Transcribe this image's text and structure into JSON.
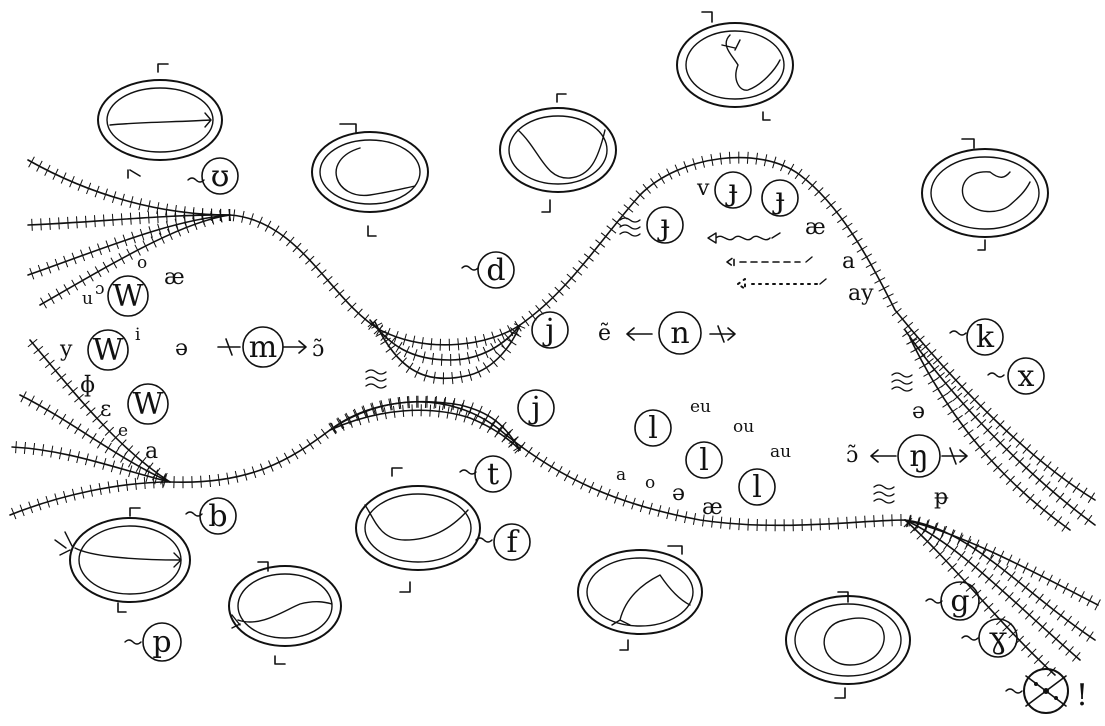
{
  "stamp": "!",
  "nodes": [
    {
      "id": "n-vs",
      "letter": "ʊ"
    },
    {
      "id": "n-d",
      "letter": "d"
    },
    {
      "id": "n-j1",
      "letter": "j"
    },
    {
      "id": "n-j2",
      "letter": "j"
    },
    {
      "id": "n-m",
      "letter": "m"
    },
    {
      "id": "n-n",
      "letter": "n"
    },
    {
      "id": "n-k",
      "letter": "k"
    },
    {
      "id": "n-x",
      "letter": "x"
    },
    {
      "id": "n-eng",
      "letter": "ŋ"
    },
    {
      "id": "n-t",
      "letter": "t"
    },
    {
      "id": "n-b",
      "letter": "b"
    },
    {
      "id": "n-f",
      "letter": "f"
    },
    {
      "id": "n-p",
      "letter": "p"
    },
    {
      "id": "n-g",
      "letter": "g"
    },
    {
      "id": "n-gam",
      "letter": "ɣ"
    },
    {
      "id": "n-w1",
      "letter": "W"
    },
    {
      "id": "n-w2",
      "letter": "W"
    },
    {
      "id": "n-w3",
      "letter": "W"
    },
    {
      "id": "n-ipa1",
      "letter": "ɟ"
    },
    {
      "id": "n-ipa2",
      "letter": "ɟ"
    },
    {
      "id": "n-ipa3",
      "letter": "ɟ"
    },
    {
      "id": "n-l1",
      "letter": "l"
    },
    {
      "id": "n-l2",
      "letter": "l"
    },
    {
      "id": "n-l3",
      "letter": "l"
    }
  ],
  "labels": [
    {
      "id": "t-u",
      "text": "u"
    },
    {
      "id": "t-c",
      "text": "ɔ"
    },
    {
      "id": "t-o",
      "text": "o"
    },
    {
      "id": "t-ae1",
      "text": "æ"
    },
    {
      "id": "t-y",
      "text": "y"
    },
    {
      "id": "t-i",
      "text": "i"
    },
    {
      "id": "t-schwa1",
      "text": "ə"
    },
    {
      "id": "t-phi",
      "text": "ɸ"
    },
    {
      "id": "t-eps",
      "text": "ɛ"
    },
    {
      "id": "t-e",
      "text": "e"
    },
    {
      "id": "t-a1",
      "text": "a"
    },
    {
      "id": "t-tilde-c",
      "text": "ɔ̃"
    },
    {
      "id": "t-tilde-e",
      "text": "ẽ"
    },
    {
      "id": "t-eu",
      "text": "eu"
    },
    {
      "id": "t-ou",
      "text": "ou"
    },
    {
      "id": "t-au",
      "text": "au"
    },
    {
      "id": "t-a2",
      "text": "a"
    },
    {
      "id": "t-o2",
      "text": "o"
    },
    {
      "id": "t-schwa2",
      "text": "ə"
    },
    {
      "id": "t-ae2",
      "text": "æ"
    },
    {
      "id": "t-v",
      "text": "v"
    },
    {
      "id": "t-ae3",
      "text": "æ"
    },
    {
      "id": "t-a3",
      "text": "a"
    },
    {
      "id": "t-ay",
      "text": "ay"
    },
    {
      "id": "t-schwa3",
      "text": "ə"
    },
    {
      "id": "t-tilde-c2",
      "text": "ɔ̃"
    },
    {
      "id": "t-p2",
      "text": "ᵽ"
    }
  ]
}
